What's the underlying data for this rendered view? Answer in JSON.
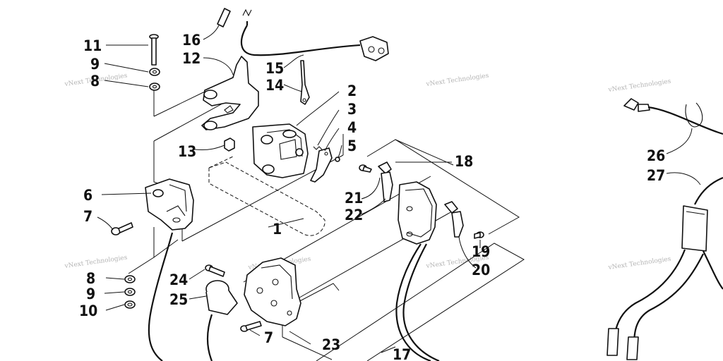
{
  "watermark_text": "vNext Technologies",
  "callouts": [
    {
      "id": "c11",
      "label": "11"
    },
    {
      "id": "c9a",
      "label": "9"
    },
    {
      "id": "c8a",
      "label": "8"
    },
    {
      "id": "c16",
      "label": "16"
    },
    {
      "id": "c12",
      "label": "12"
    },
    {
      "id": "c15",
      "label": "15"
    },
    {
      "id": "c14",
      "label": "14"
    },
    {
      "id": "c2",
      "label": "2"
    },
    {
      "id": "c3",
      "label": "3"
    },
    {
      "id": "c4",
      "label": "4"
    },
    {
      "id": "c5",
      "label": "5"
    },
    {
      "id": "c13",
      "label": "13"
    },
    {
      "id": "c6",
      "label": "6"
    },
    {
      "id": "c7a",
      "label": "7"
    },
    {
      "id": "c1",
      "label": "1"
    },
    {
      "id": "c18",
      "label": "18"
    },
    {
      "id": "c21",
      "label": "21"
    },
    {
      "id": "c22",
      "label": "22"
    },
    {
      "id": "c19",
      "label": "19"
    },
    {
      "id": "c20",
      "label": "20"
    },
    {
      "id": "c26",
      "label": "26"
    },
    {
      "id": "c27",
      "label": "27"
    },
    {
      "id": "c8b",
      "label": "8"
    },
    {
      "id": "c9b",
      "label": "9"
    },
    {
      "id": "c10",
      "label": "10"
    },
    {
      "id": "c24",
      "label": "24"
    },
    {
      "id": "c25",
      "label": "25"
    },
    {
      "id": "c7b",
      "label": "7"
    },
    {
      "id": "c23",
      "label": "23"
    },
    {
      "id": "c17",
      "label": "17"
    }
  ]
}
